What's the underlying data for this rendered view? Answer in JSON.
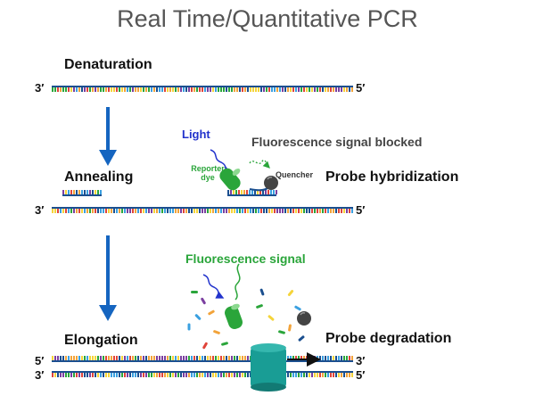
{
  "title": "Real Time/Quantitative PCR",
  "steps": {
    "denaturation": "Denaturation",
    "annealing": "Annealing",
    "elongation": "Elongation",
    "probe_hybridization": "Probe hybridization",
    "probe_degradation": "Probe degradation"
  },
  "labels": {
    "light": "Light",
    "fluorescence_blocked": "Fluorescence signal blocked",
    "reporter_dye": "Reporter dye",
    "quencher": "Quencher",
    "fluorescence_signal": "Fluorescence signal"
  },
  "strand_ends": {
    "three_prime": "3′",
    "five_prime": "5′"
  },
  "colors": {
    "arrow": "#1565c0",
    "strand_backbone": "#1b4f8f",
    "light_label": "#2233cc",
    "fluorescence": "#2aa53a",
    "polymerase": "#199d95",
    "quencher": "#555555"
  }
}
